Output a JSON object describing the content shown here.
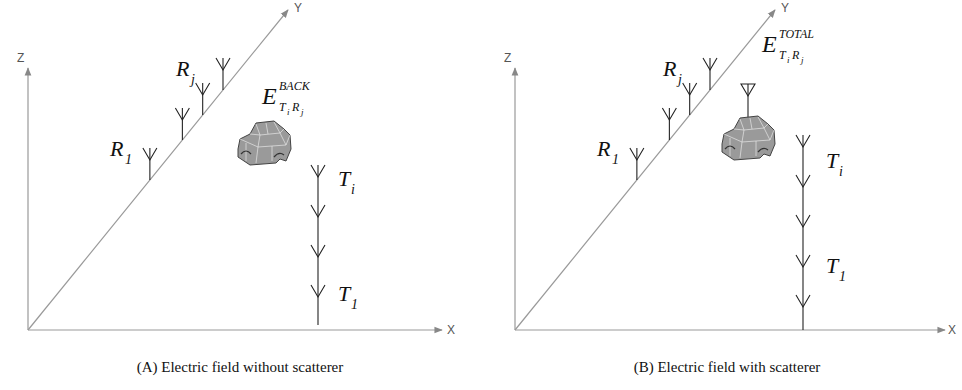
{
  "diagram": {
    "labels": [
      "Z",
      "Y",
      "X",
      "R",
      "1",
      "R",
      "j",
      "E",
      "BACK",
      "T",
      "i",
      "R",
      "j",
      "T",
      "i",
      "T",
      "1",
      "(A) Electric field without scatterer",
      "Z",
      "Y",
      "X",
      "R",
      "1",
      "R",
      "j",
      "E",
      "TOTAL",
      "T",
      "i",
      "R",
      "j",
      "T",
      "i",
      "T",
      "1",
      "(B) Electric field with scatterer"
    ]
  }
}
